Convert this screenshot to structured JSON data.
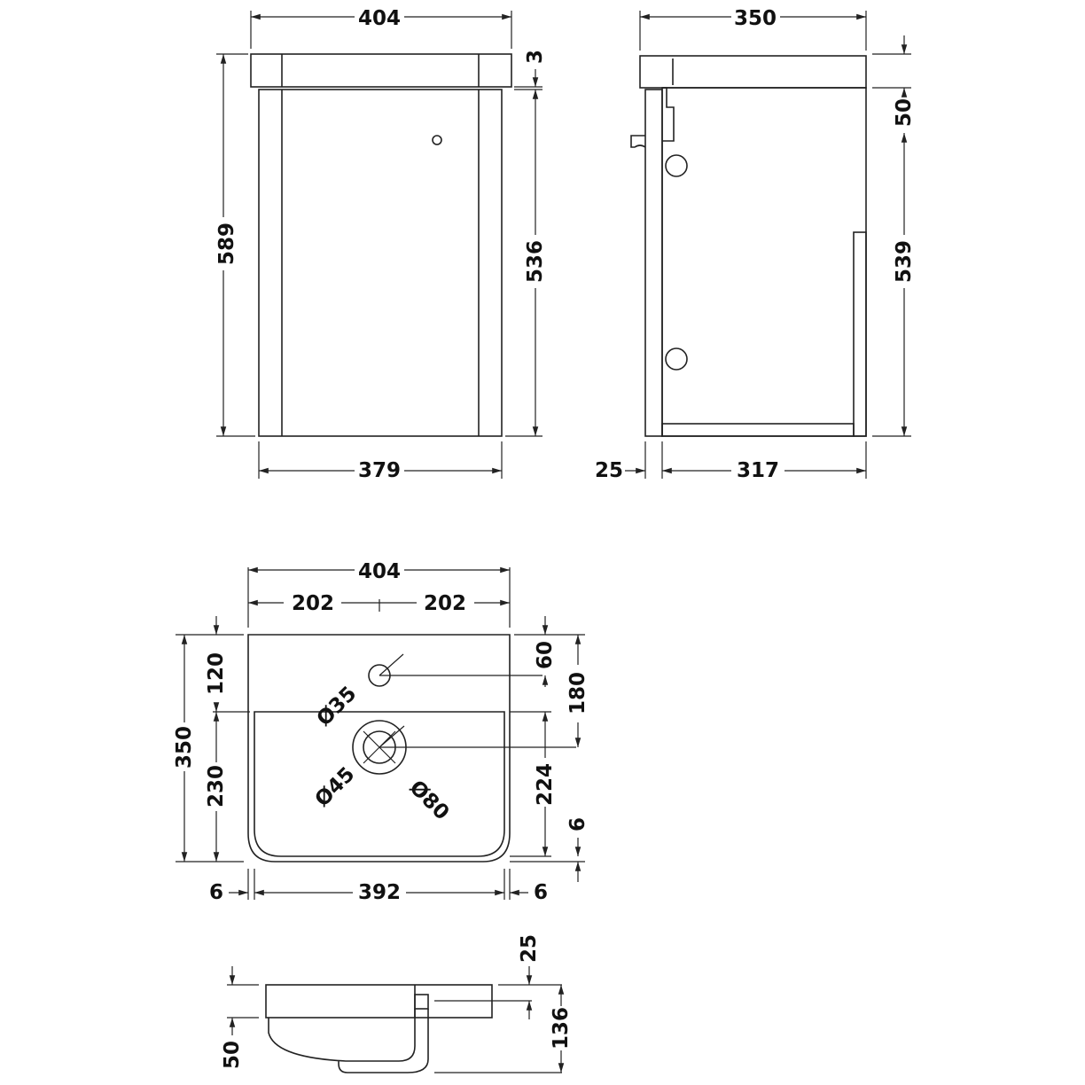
{
  "front_view": {
    "width_top": "404",
    "height_total": "589",
    "gap_top": "3",
    "height_body": "536",
    "width_body": "379"
  },
  "side_view": {
    "depth_top": "350",
    "top_thickness": "50",
    "height_body": "539",
    "panel_thickness": "25",
    "depth_body": "317"
  },
  "basin_plan": {
    "width": "404",
    "half_left": "202",
    "half_right": "202",
    "depth": "350",
    "back_to_bowl": "120",
    "bowl_depth": "230",
    "tap_offset": "60",
    "waste_offset": "180",
    "inner_bowl": "224",
    "rim_front": "6",
    "rim_left": "6",
    "bowl_width": "392",
    "rim_right": "6",
    "tap_hole": "Ø35",
    "waste_inner": "Ø45",
    "waste_outer": "Ø80"
  },
  "basin_side": {
    "rim_height": "50",
    "tap_deck": "25",
    "total_height": "136"
  }
}
